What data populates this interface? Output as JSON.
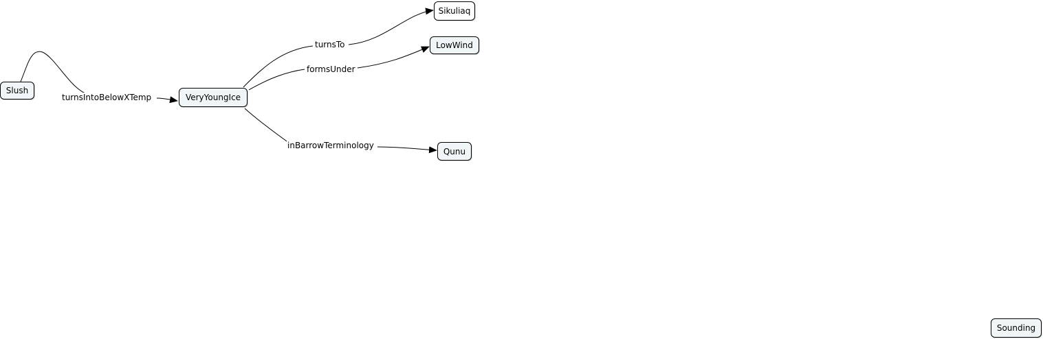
{
  "nodes": {
    "slush": "Slush",
    "very_young_ice": "VeryYoungIce",
    "sikuliaq": "Sikuliaq",
    "low_wind": "LowWind",
    "qunu": "Qunu",
    "sounding": "Sounding"
  },
  "edges": {
    "turns_into_below_x_temp": "turnsIntoBelowXTemp",
    "turns_to": "turnsTo",
    "forms_under": "formsUnder",
    "in_barrow_terminology": "inBarrowTerminology"
  },
  "colors": {
    "node_fill": "#f0f6f8",
    "node_alt_fill": "#ffffff",
    "stroke": "#000000"
  }
}
